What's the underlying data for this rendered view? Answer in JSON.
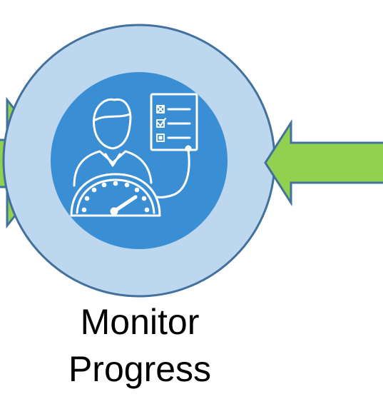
{
  "node": {
    "label_line1": "Monitor",
    "label_line2": "Progress",
    "icon": "person-dashboard-checklist-icon"
  },
  "arrows": {
    "left": {
      "direction": "right",
      "icon": "arrow-right-icon"
    },
    "right": {
      "direction": "left",
      "icon": "arrow-left-icon"
    }
  },
  "colors": {
    "outer_circle_fill": "#BDD7EE",
    "circle_stroke": "#41719C",
    "inner_circle_fill": "#3A8ED4",
    "icon_stroke": "#FFFFFF",
    "arrow_fill": "#92D050",
    "arrow_stroke": "#41719C",
    "text": "#000000"
  }
}
